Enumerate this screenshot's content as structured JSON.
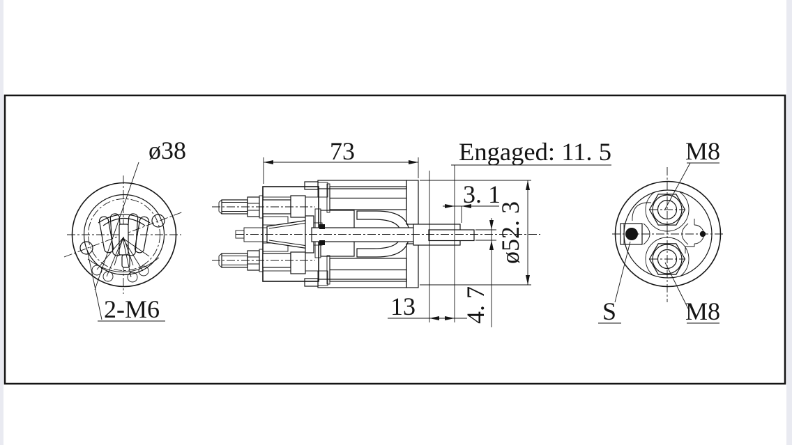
{
  "page": {
    "canvas_color": "#ffffff",
    "edge_strip_color": "#e9eaf1",
    "line_color": "#141414"
  },
  "front_view": {
    "bolt_circle_dia": "ø38",
    "mounting_holes": "2-M6"
  },
  "section_view": {
    "body_length": "73",
    "engaged_note": "Engaged:  11. 5",
    "gap_dim": "3. 1",
    "body_dia": "ø52. 3",
    "rod_dia": "4. 7",
    "protrusion": "13"
  },
  "rear_view": {
    "terminal_top": "M8",
    "terminal_bottom": "M8",
    "signal_terminal": "S"
  }
}
